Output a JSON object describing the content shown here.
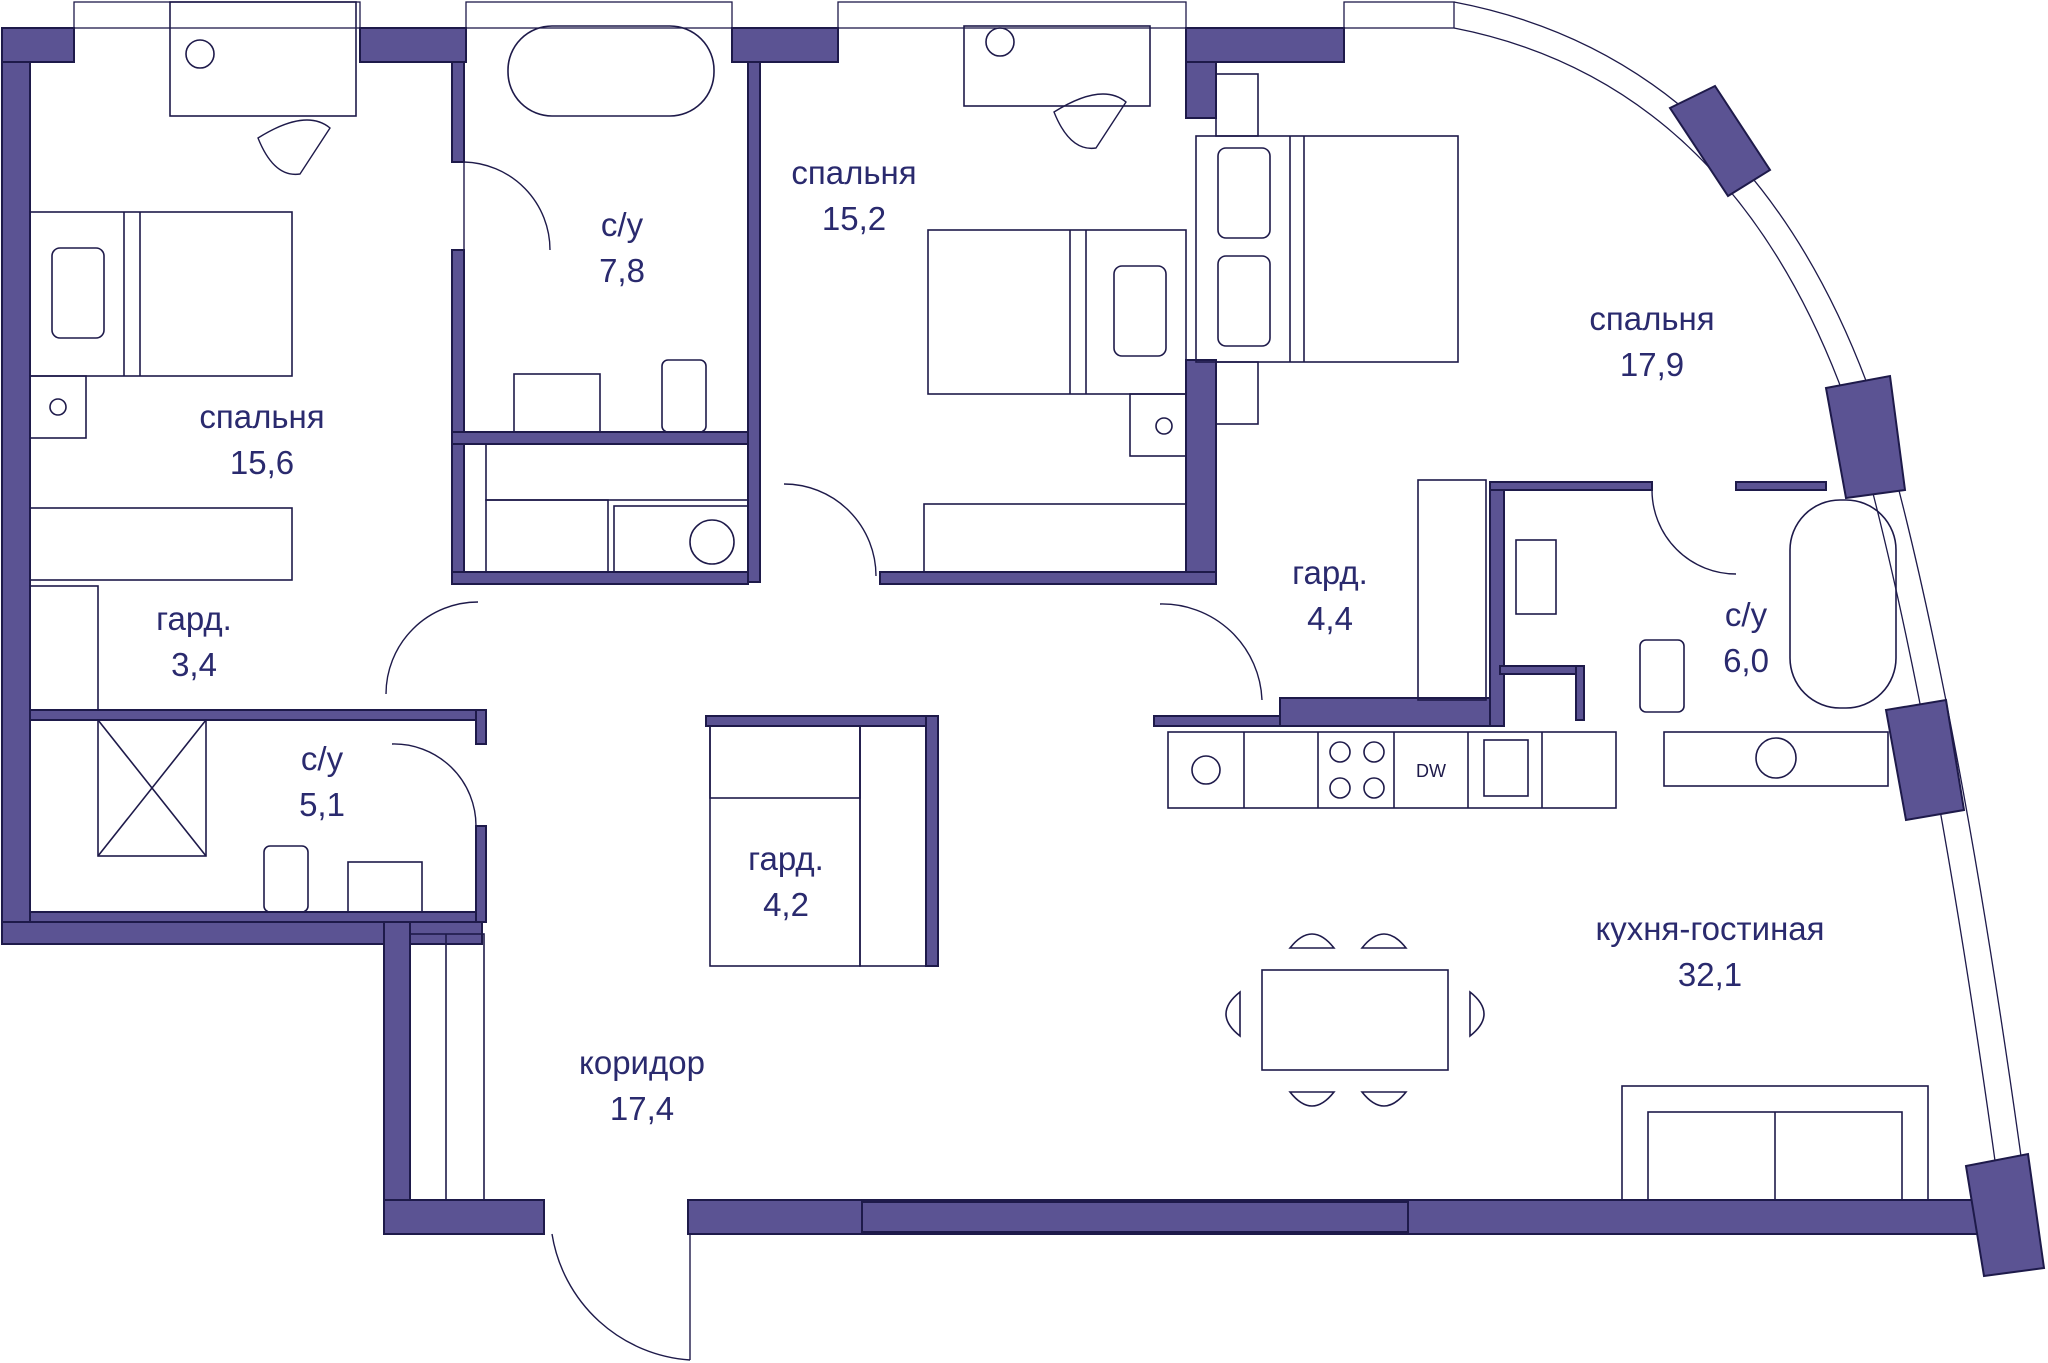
{
  "plan": {
    "colors": {
      "wall": "#5b5393",
      "line": "#1e1a4a",
      "label": "#2a2a6e",
      "background": "#ffffff"
    },
    "rooms": [
      {
        "id": "bedroom-1",
        "name": "спальня",
        "area": "15,6"
      },
      {
        "id": "bathroom-1",
        "name": "с/у",
        "area": "7,8"
      },
      {
        "id": "bedroom-2",
        "name": "спальня",
        "area": "15,2"
      },
      {
        "id": "bedroom-3",
        "name": "спальня",
        "area": "17,9"
      },
      {
        "id": "wardrobe-1",
        "name": "гард.",
        "area": "3,4"
      },
      {
        "id": "bathroom-2",
        "name": "с/у",
        "area": "5,1"
      },
      {
        "id": "wardrobe-2",
        "name": "гард.",
        "area": "4,2"
      },
      {
        "id": "wardrobe-3",
        "name": "гард.",
        "area": "4,4"
      },
      {
        "id": "bathroom-3",
        "name": "с/у",
        "area": "6,0"
      },
      {
        "id": "kitchen-living",
        "name": "кухня-гостиная",
        "area": "32,1"
      },
      {
        "id": "corridor",
        "name": "коридор",
        "area": "17,4"
      }
    ],
    "appliances": {
      "dishwasher": "DW"
    },
    "icons": [
      "bed-icon",
      "bathtub-icon",
      "toilet-icon",
      "sink-icon",
      "shower-icon",
      "washing-machine-icon",
      "desk-icon",
      "chair-icon",
      "dining-table-icon",
      "sofa-icon",
      "stove-icon",
      "wardrobe-icon"
    ]
  }
}
